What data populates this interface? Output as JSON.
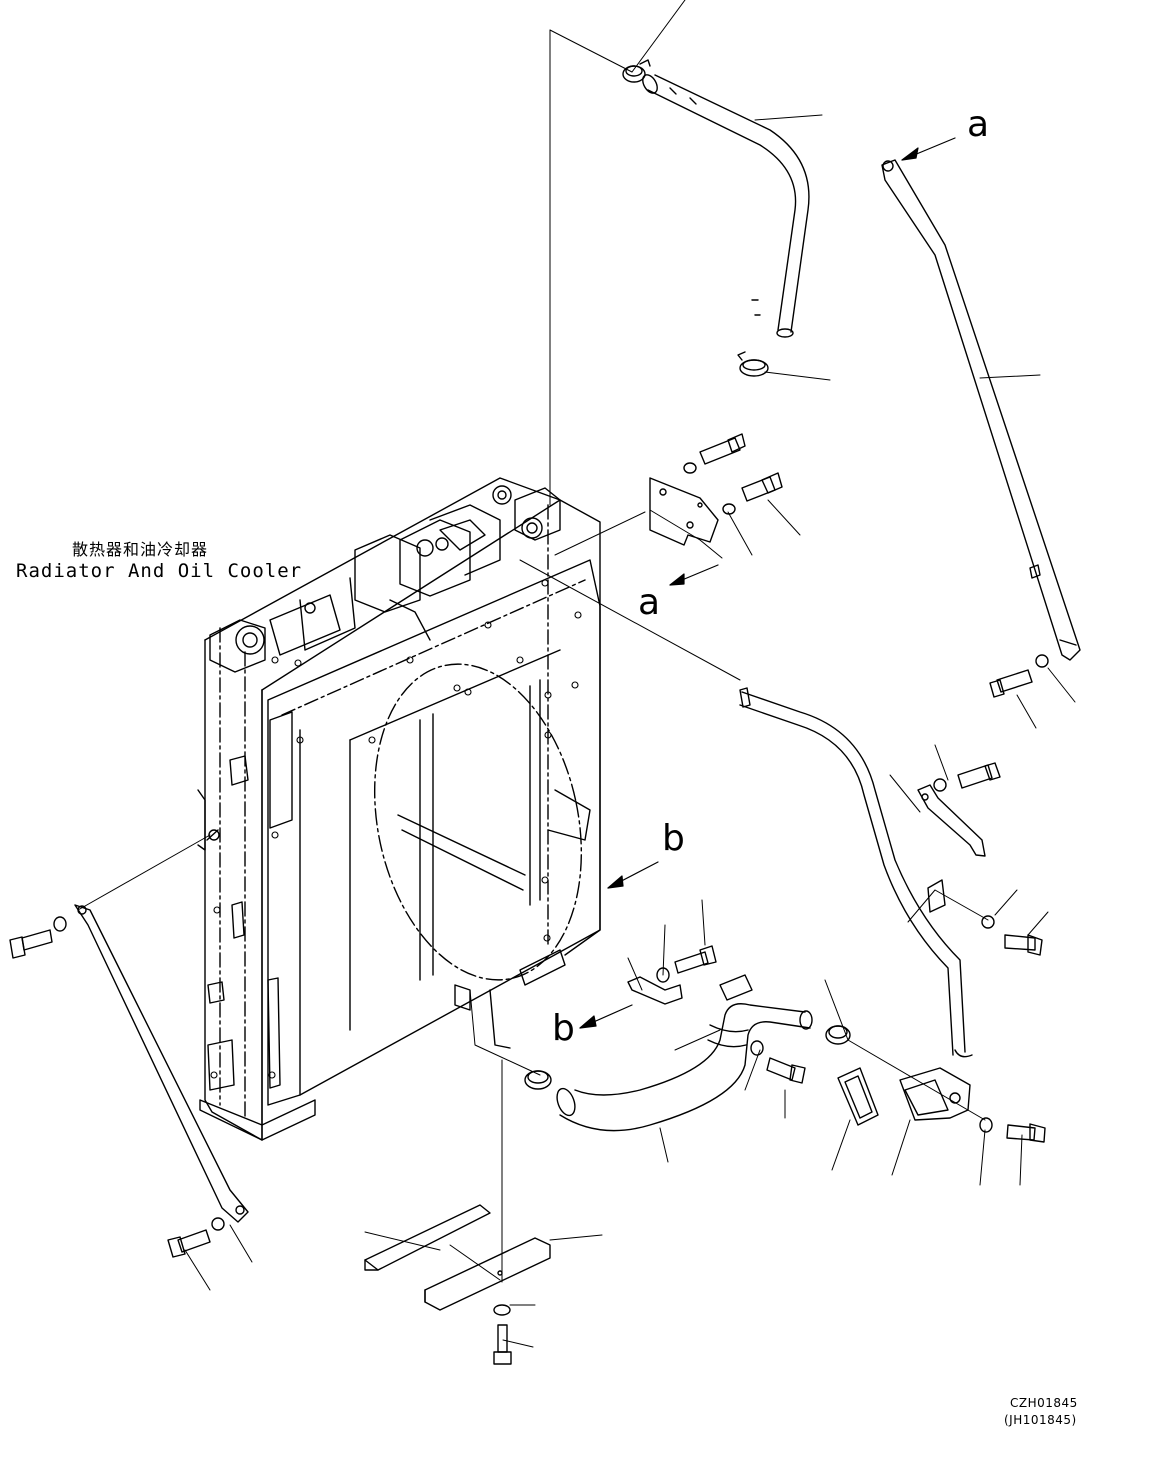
{
  "labels": {
    "title_zh": "散热器和油冷却器",
    "title_en": "Radiator And Oil Cooler",
    "ref_a_top": "a",
    "ref_a_mid": "a",
    "ref_b_right": "b",
    "ref_b_left": "b",
    "code_main": "CZH01845",
    "code_sub": "(JH101845)"
  }
}
